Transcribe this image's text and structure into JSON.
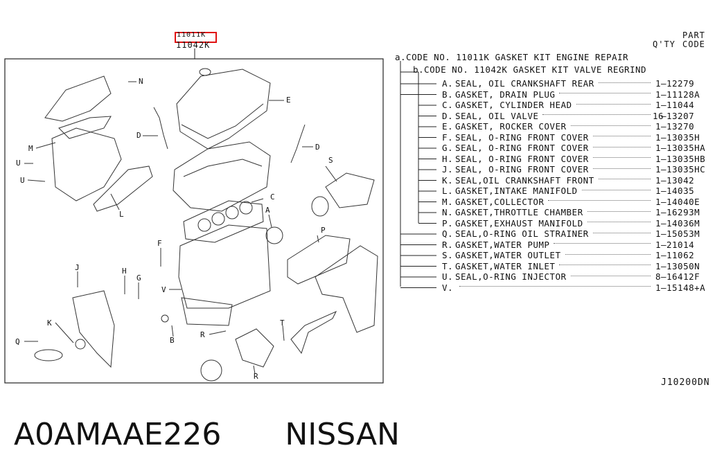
{
  "header": {
    "highlight_code": "11011K",
    "sub_code": "11042K",
    "qty_label": "Q'TY",
    "part_label_1": "PART",
    "part_label_2": "CODE"
  },
  "codes": {
    "a_text": "a.CODE NO.  11011K GASKET KIT ENGINE REPAIR",
    "b_text": "b.CODE NO.  11042K  GASKET KIT VALVE REGRIND"
  },
  "parts": [
    {
      "letter": "A.",
      "desc": "SEAL, OIL CRANKSHAFT REAR",
      "qty": "1",
      "code": "12279"
    },
    {
      "letter": "B.",
      "desc": "GASKET, DRAIN PLUG",
      "qty": "1",
      "code": "11128A"
    },
    {
      "letter": "C.",
      "desc": "GASKET, CYLINDER HEAD",
      "qty": "1",
      "code": "11044"
    },
    {
      "letter": "D.",
      "desc": "SEAL, OIL VALVE",
      "qty": "16",
      "code": "13207"
    },
    {
      "letter": "E.",
      "desc": "GASKET, ROCKER COVER",
      "qty": "1",
      "code": "13270"
    },
    {
      "letter": "F.",
      "desc": "SEAL, O-RING FRONT COVER",
      "qty": "1",
      "code": "13035H"
    },
    {
      "letter": "G.",
      "desc": "SEAL, O-RING FRONT COVER",
      "qty": "1",
      "code": "13035HA"
    },
    {
      "letter": "H.",
      "desc": "SEAL, O-RING FRONT COVER",
      "qty": "1",
      "code": "13035HB"
    },
    {
      "letter": "J.",
      "desc": "SEAL, O-RING FRONT COVER",
      "qty": "1",
      "code": "13035HC"
    },
    {
      "letter": "K.",
      "desc": "SEAL,OIL CRANKSHAFT FRONT",
      "qty": "1",
      "code": "13042"
    },
    {
      "letter": "L.",
      "desc": "GASKET,INTAKE MANIFOLD",
      "qty": "1",
      "code": "14035"
    },
    {
      "letter": "M.",
      "desc": "GASKET,COLLECTOR",
      "qty": "1",
      "code": "14040E"
    },
    {
      "letter": "N.",
      "desc": "GASKET,THROTTLE CHAMBER",
      "qty": "1",
      "code": "16293M"
    },
    {
      "letter": "P.",
      "desc": "GASKET,EXHAUST MANIFOLD",
      "qty": "1",
      "code": "14036M"
    },
    {
      "letter": "Q.",
      "desc": "SEAL,O-RING OIL STRAINER",
      "qty": "1",
      "code": "15053M"
    },
    {
      "letter": "R.",
      "desc": "GASKET,WATER PUMP",
      "qty": "1",
      "code": "21014"
    },
    {
      "letter": "S.",
      "desc": "GASKET,WATER OUTLET",
      "qty": "1",
      "code": "11062"
    },
    {
      "letter": "T.",
      "desc": "GASKET,WATER INLET",
      "qty": "1",
      "code": "13050N"
    },
    {
      "letter": "U.",
      "desc": "SEAL,O-RING INJECTOR",
      "qty": "8",
      "code": "16412F"
    },
    {
      "letter": "V.",
      "desc": "",
      "qty": "1",
      "code": "15148+A"
    }
  ],
  "callouts": {
    "N": "N",
    "E": "E",
    "M": "M",
    "D1": "D",
    "D2": "D",
    "U1": "U",
    "U2": "U",
    "L": "L",
    "S": "S",
    "C": "C",
    "A": "A",
    "P": "P",
    "F": "F",
    "J": "J",
    "H": "H",
    "G": "G",
    "V": "V",
    "K": "K",
    "Q": "Q",
    "B": "B",
    "R1": "R",
    "T": "T",
    "R2": "R"
  },
  "diagram_id": "J10200DN",
  "footer": {
    "part_number": "A0AMAAE226",
    "brand": "NISSAN"
  }
}
